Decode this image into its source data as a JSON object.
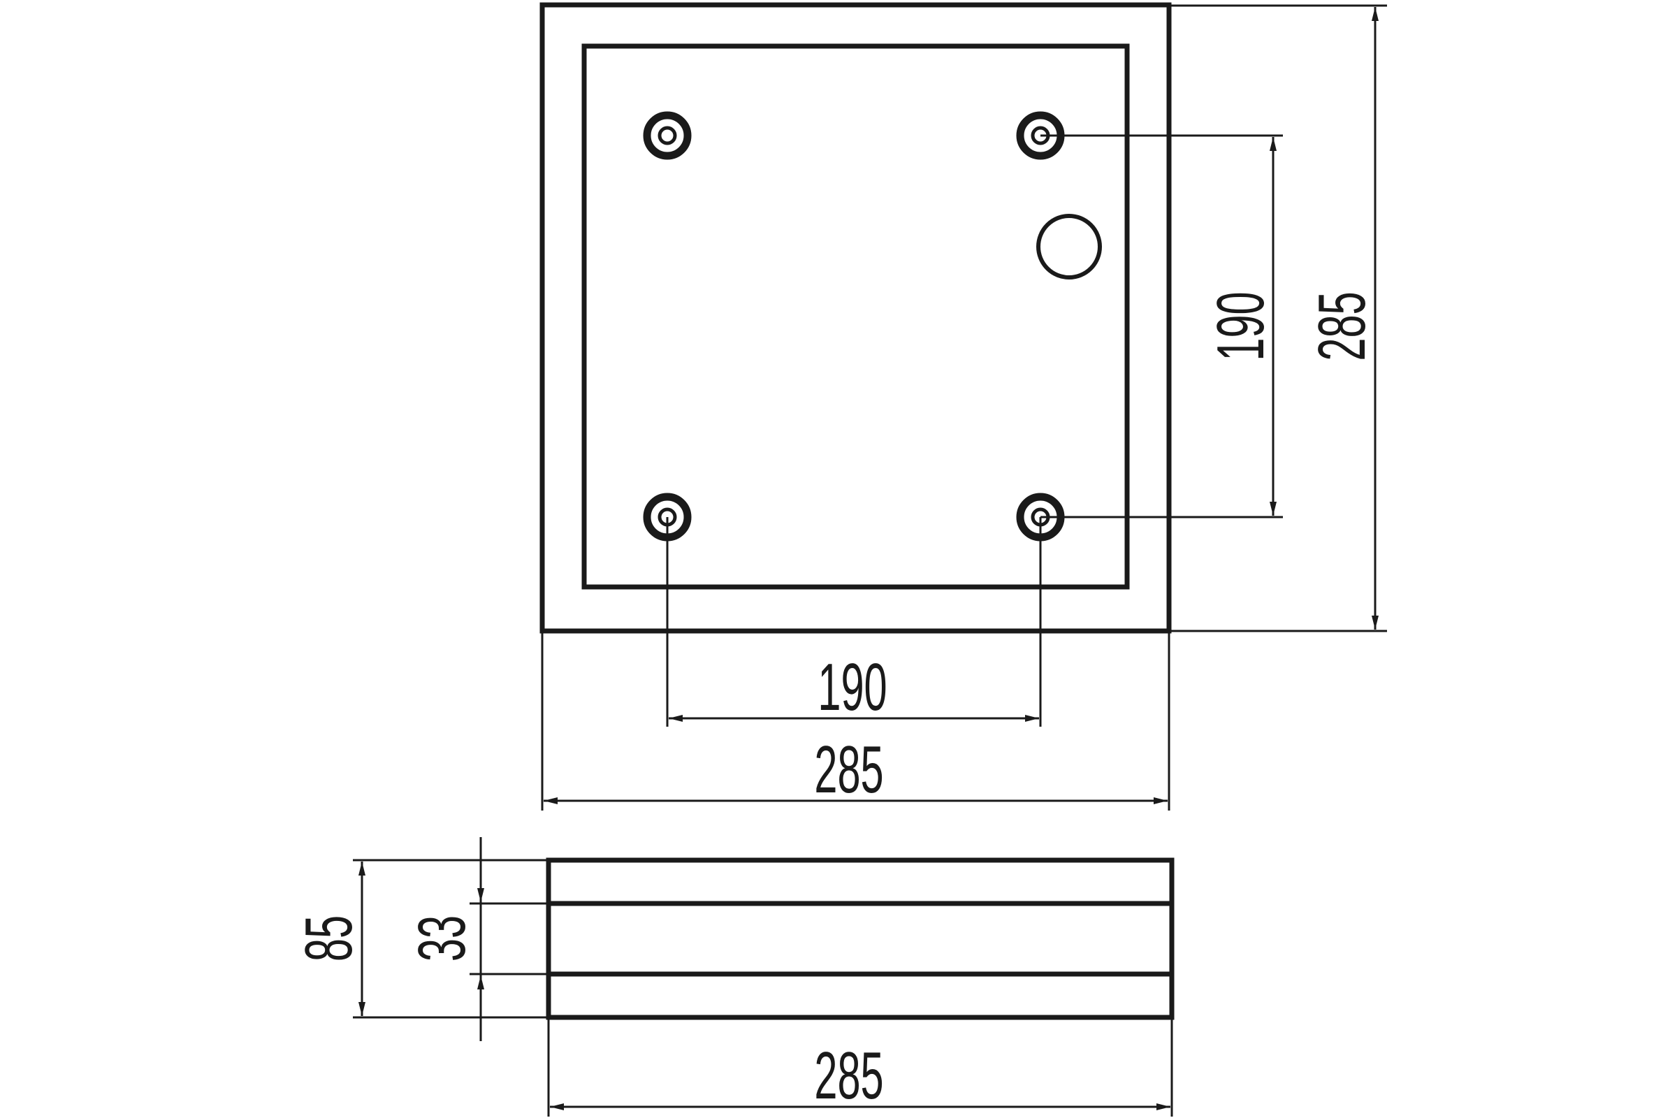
{
  "top_view": {
    "outer_width_label": "285",
    "outer_height_label": "285",
    "hole_spacing_width_label": "190",
    "hole_spacing_height_label": "190"
  },
  "side_view": {
    "width_label": "285",
    "total_height_label": "85",
    "middle_band_label": "33"
  },
  "colors": {
    "line": "#1a1a1a",
    "background": "#ffffff"
  }
}
